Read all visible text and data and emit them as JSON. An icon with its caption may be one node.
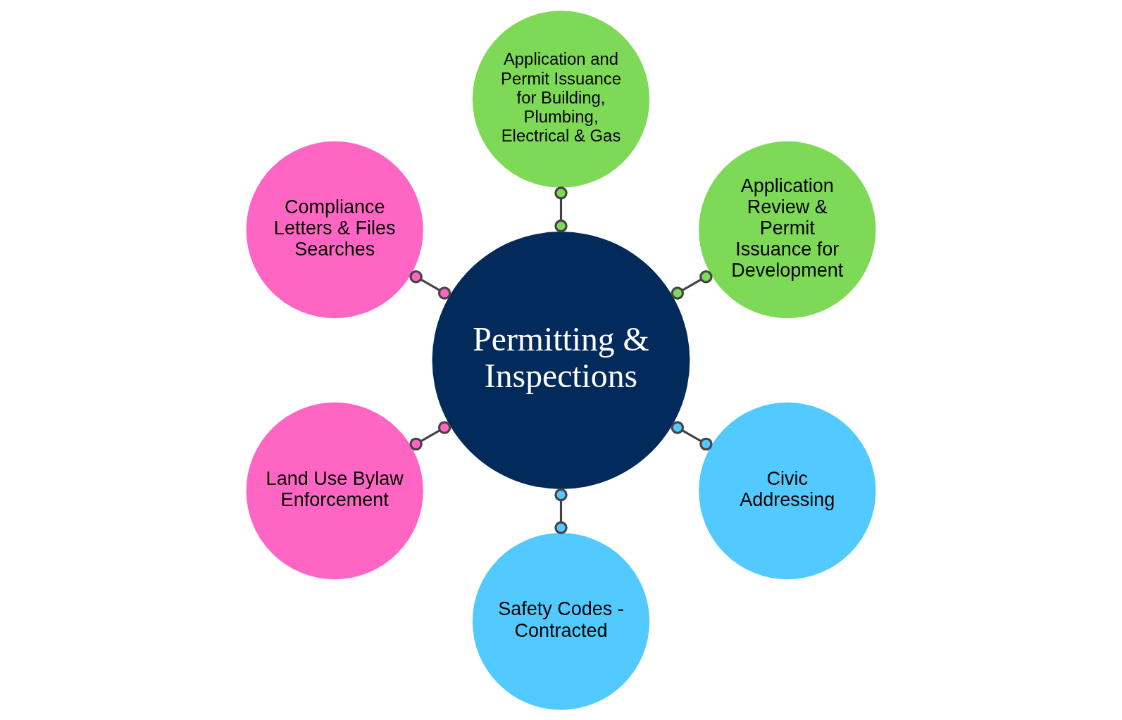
{
  "diagram": {
    "nodes": [
      {
        "text": [
          "Permitting & Inspections"
        ]
      },
      {
        "text": [
          "Application Review & Permit Issuance for Development"
        ]
      },
      {
        "text": [
          "Application and Permit Issuance for Building, Plumbing, Electrical & Gas"
        ]
      },
      {
        "text": [
          "Compliance Letters & Files Searches"
        ]
      },
      {
        "text": [
          "Land Use Bylaw Enforcement"
        ]
      },
      {
        "text": [
          "Safety Codes - Contracted"
        ]
      },
      {
        "text": [
          "Civic Addressing"
        ]
      }
    ],
    "edges": [
      {
        "from": 0,
        "to": 1,
        "arrow": "other"
      },
      {
        "from": 0,
        "to": 2,
        "arrow": "other"
      },
      {
        "from": 0,
        "to": 3,
        "arrow": "other"
      },
      {
        "from": 0,
        "to": 4,
        "arrow": "other"
      },
      {
        "from": 0,
        "to": 5,
        "arrow": "other"
      },
      {
        "from": 0,
        "to": 6,
        "arrow": "other"
      }
    ]
  }
}
